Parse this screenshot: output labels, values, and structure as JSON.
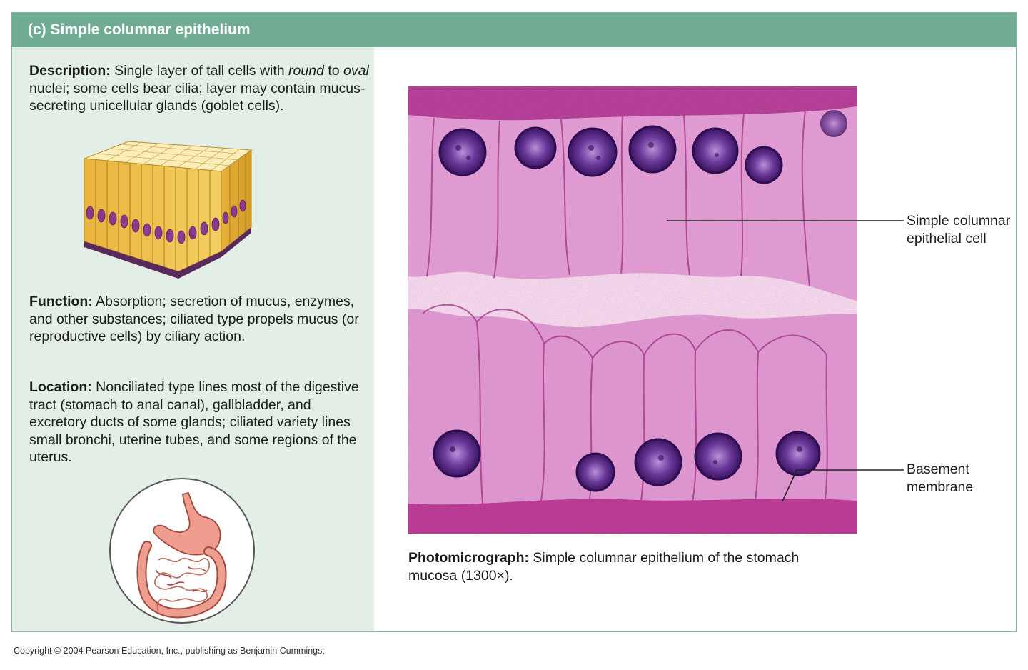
{
  "header": {
    "title": "(c) Simple columnar epithelium"
  },
  "description": {
    "heading": "Description:",
    "text_1": " Single layer of tall cells with ",
    "em_1": "round",
    "text_2": " to ",
    "em_2": "oval",
    "text_3": " nuclei; some cells bear cilia; layer may contain mucus-secreting unicellular glands (goblet cells)."
  },
  "function": {
    "heading": "Function:",
    "text": " Absorption; secretion of mucus, enzymes, and other substances; ciliated type propels mucus (or reproductive cells) by ciliary action."
  },
  "location": {
    "heading": "Location:",
    "text": " Nonciliated type lines most of the digestive tract (stomach to anal canal), gallbladder, and excretory ducts of some glands; ciliated variety lines small bronchi, uterine tubes, and some regions of the uterus."
  },
  "micrograph": {
    "label_cell": "Simple columnar epithelial cell",
    "label_membrane": "Basement membrane",
    "caption_heading": "Photomicrograph:",
    "caption_text": " Simple columnar epithelium of the stomach mucosa (1300×)."
  },
  "footer": {
    "copyright": "Copyright © 2004 Pearson Education, Inc., publishing as Benjamin Cummings."
  },
  "colors": {
    "banner": "#6fac93",
    "panel": "#e3efe6",
    "stain_pink": "#d98ac9",
    "nucleus_purple": "#4a2372",
    "cell_yellow": "#f2c94f"
  }
}
